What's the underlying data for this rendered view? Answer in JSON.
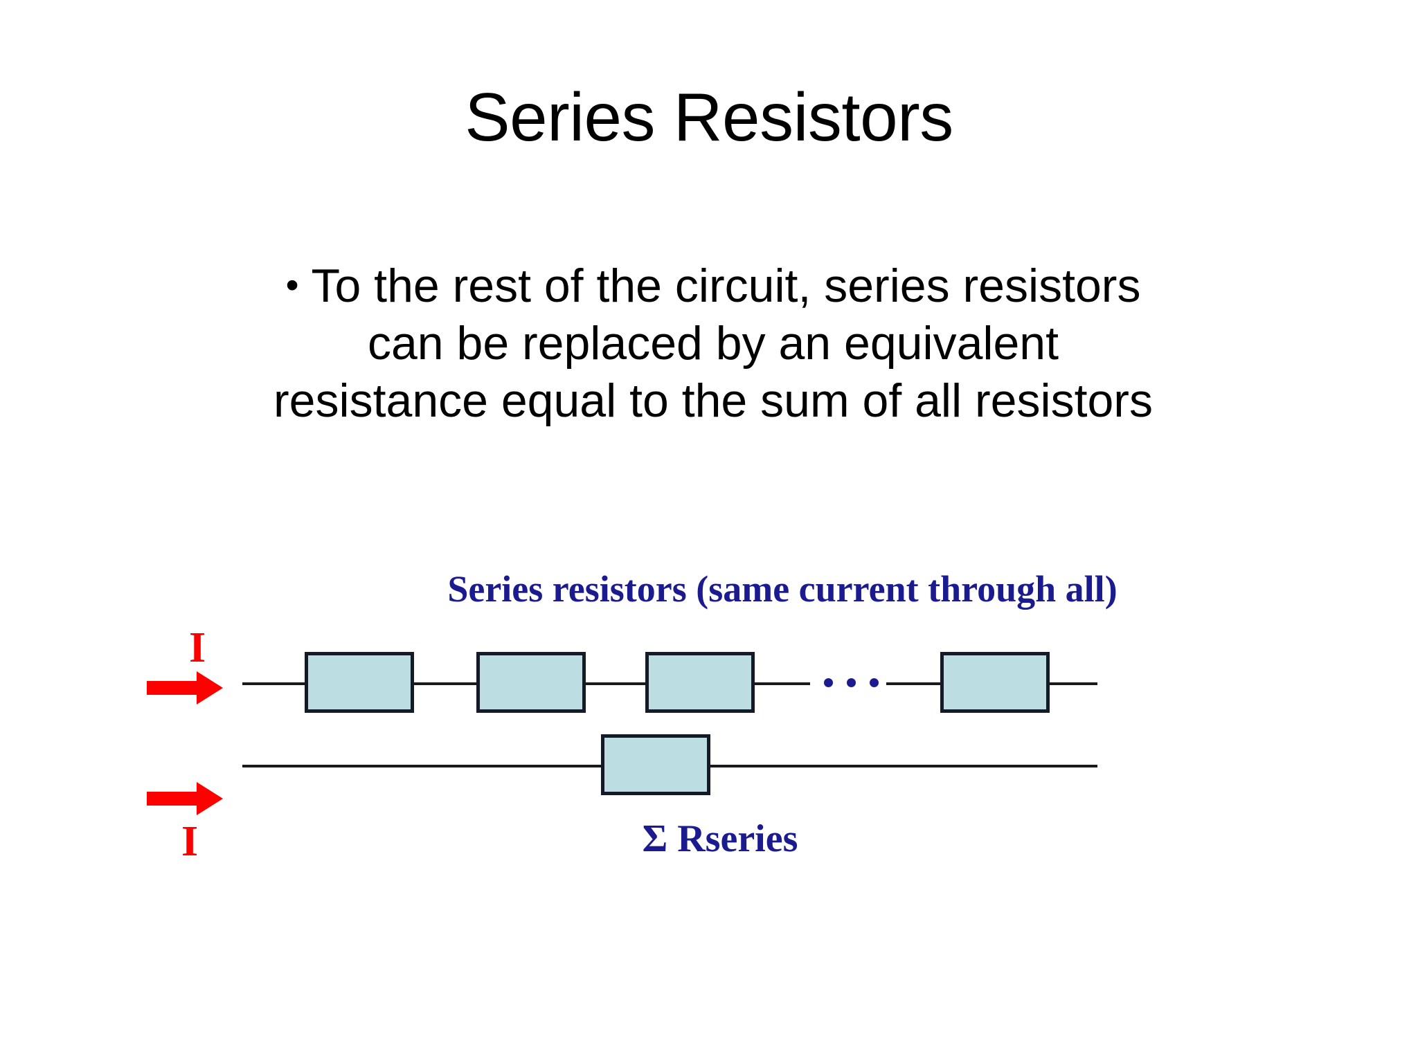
{
  "slide": {
    "title": "Series Resistors",
    "background_color": "#ffffff"
  },
  "body": {
    "bullet_marker": "•",
    "lines": [
      "To the rest of the circuit, series resistors",
      "can be replaced by an equivalent",
      "resistance equal to the sum of all resistors"
    ]
  },
  "diagram": {
    "caption": "Series resistors (same current through all)",
    "caption_color": "#1b1b8f",
    "current_label_top": "I",
    "current_label_bottom": "I",
    "current_color": "#fe0000",
    "ellipsis": "…",
    "equivalent_label": "Σ Rseries",
    "equivalent_label_color": "#1b1b8f",
    "resistor_fill": "#bcdee3",
    "resistor_border": "#151a28",
    "wire_color": "#1a1a1a",
    "series_resistor_count": 4,
    "equivalent_resistor_count": 1
  }
}
